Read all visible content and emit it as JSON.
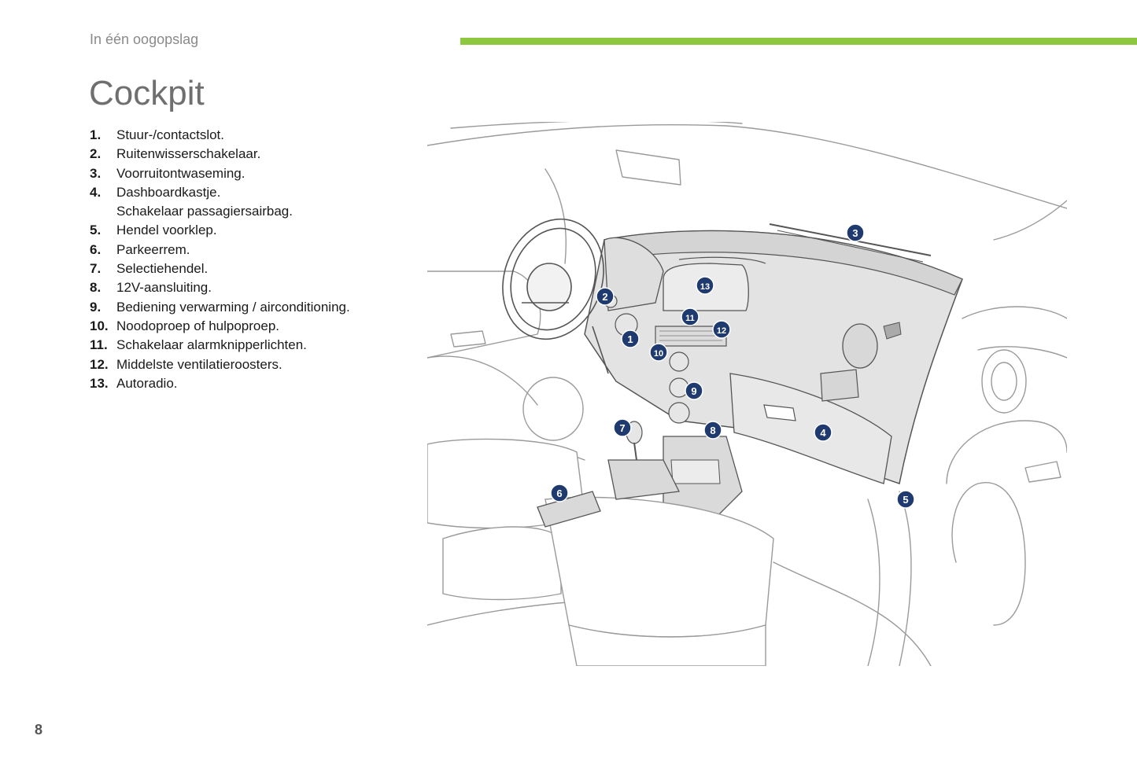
{
  "header": {
    "section": "In één oogopslag",
    "accent_color": "#8dc63f"
  },
  "title": "Cockpit",
  "legend": [
    {
      "num": "1.",
      "lines": [
        "Stuur-/contactslot."
      ]
    },
    {
      "num": "2.",
      "lines": [
        "Ruitenwisserschakelaar."
      ]
    },
    {
      "num": "3.",
      "lines": [
        "Voorruitontwaseming."
      ]
    },
    {
      "num": "4.",
      "lines": [
        "Dashboardkastje.",
        "Schakelaar passagiersairbag."
      ]
    },
    {
      "num": "5.",
      "lines": [
        "Hendel voorklep."
      ]
    },
    {
      "num": "6.",
      "lines": [
        "Parkeerrem."
      ]
    },
    {
      "num": "7.",
      "lines": [
        "Selectiehendel."
      ]
    },
    {
      "num": "8.",
      "lines": [
        "12V-aansluiting."
      ]
    },
    {
      "num": "9.",
      "lines": [
        "Bediening verwarming / airconditioning."
      ]
    },
    {
      "num": "10.",
      "lines": [
        "Noodoproep of hulpoproep."
      ]
    },
    {
      "num": "11.",
      "lines": [
        "Schakelaar alarmknipperlichten."
      ]
    },
    {
      "num": "12.",
      "lines": [
        "Middelste ventilatieroosters."
      ]
    },
    {
      "num": "13.",
      "lines": [
        "Autoradio."
      ]
    }
  ],
  "diagram": {
    "callout_color": "#1f3a6e",
    "callouts": [
      "1",
      "2",
      "3",
      "4",
      "5",
      "6",
      "7",
      "8",
      "9",
      "10",
      "11",
      "12",
      "13"
    ]
  },
  "page_number": "8"
}
